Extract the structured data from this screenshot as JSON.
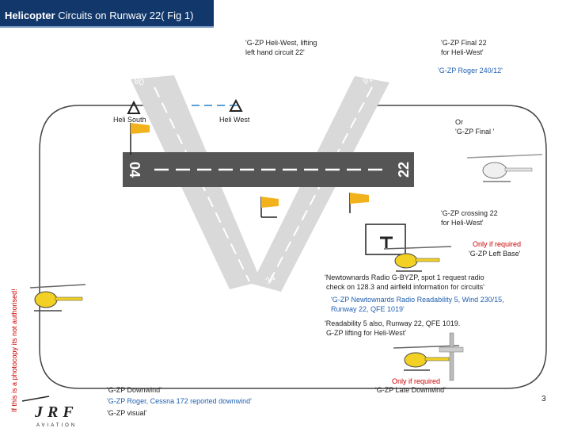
{
  "title": {
    "bold": "Helicopter",
    "rest": " Circuits on Runway 22( Fig 1)"
  },
  "runway": {
    "number_left": "04",
    "number_right": "22",
    "top_left_label": "08",
    "top_right_label": "16",
    "bottom_label": "26",
    "bottom_label2": "34"
  },
  "heli_spots": {
    "south": "Heli South",
    "west": "Heli West"
  },
  "calls": {
    "lifting_1": "'G-ZP Heli-West, lifting",
    "lifting_2": "left hand circuit 22'",
    "final_1": "'G-ZP Final 22",
    "final_2": "for Heli-West'",
    "roger_240": "'G-ZP Roger 240/12'",
    "or": "Or",
    "final_short": "'G-ZP Final '",
    "crossing_1": "'G-ZP crossing 22",
    "crossing_2": "for Heli-West'",
    "only_required_1": "Only if required",
    "left_base": "'G-ZP Left Base'",
    "newtownards_1": "'Newtownards Radio G-BYZP, spot 1 request radio",
    "newtownards_2": "check on 128.3 and airfield information for circuits'",
    "readability_1": "'G-ZP Newtownards Radio Readability 5, Wind 230/15,",
    "readability_2": "Runway 22, QFE 1019'",
    "readback_1": "'Readability 5 also, Runway 22, QFE 1019.",
    "readback_2": "G-ZP lifting for Heli-West'",
    "only_required_2": "Only if required",
    "late_downwind": "'G-ZP Late Downwind'",
    "downwind": "'G-ZP Downwind'",
    "roger_cessna": "'G-ZP Roger, Cessna 172 reported downwind'",
    "visual": "'G-ZP visual'"
  },
  "watermark": "If this is a photocopy its not authorised!",
  "page_number": "3",
  "logo": {
    "letters": "JRF",
    "sub": "AVIATION"
  },
  "colors": {
    "title_bg": "#12386b",
    "runway": "#9a9a9a",
    "helipad_flag": "#f2b21c",
    "red_text": "#cc0000",
    "blue_text": "#1f5fb0",
    "circuit": "#5aa0d8"
  }
}
